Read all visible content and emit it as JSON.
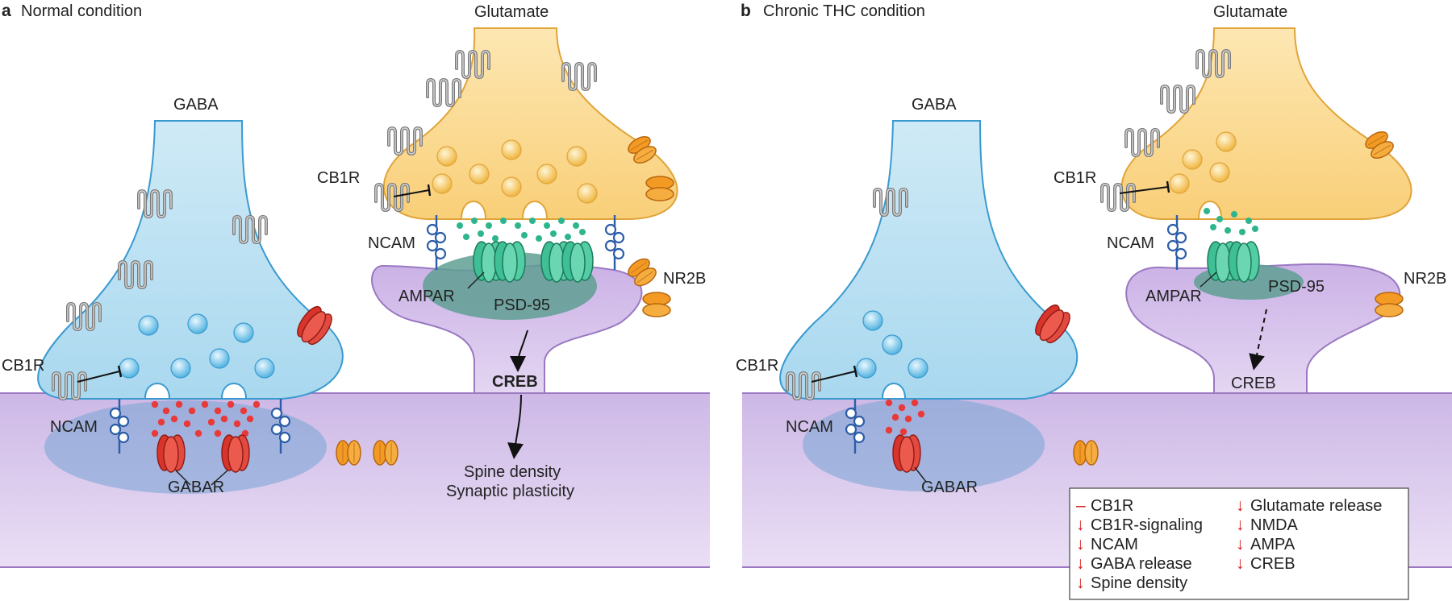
{
  "panel_a": {
    "letter": "a",
    "title": "Normal condition",
    "gaba": "GABA",
    "glutamate": "Glutamate",
    "cb1r_gaba": "CB1R",
    "cb1r_glu": "CB1R",
    "ncam_gaba": "NCAM",
    "ncam_glu": "NCAM",
    "gabar": "GABAR",
    "ampar": "AMPAR",
    "psd95": "PSD-95",
    "nr2b": "NR2B",
    "creb": "CREB",
    "outcome_1": "Spine density",
    "outcome_2": "Synaptic plasticity"
  },
  "panel_b": {
    "letter": "b",
    "title": "Chronic THC condition",
    "gaba": "GABA",
    "glutamate": "Glutamate",
    "cb1r_gaba": "CB1R",
    "cb1r_glu": "CB1R",
    "ncam_gaba": "NCAM",
    "ncam_glu": "NCAM",
    "gabar": "GABAR",
    "ampar": "AMPAR",
    "psd95": "PSD-95",
    "nr2b": "NR2B",
    "creb": "CREB"
  },
  "legend": {
    "left": [
      {
        "symbol": "–",
        "text": "CB1R"
      },
      {
        "symbol": "↓",
        "text": "CB1R-signaling"
      },
      {
        "symbol": "↓",
        "text": "NCAM"
      },
      {
        "symbol": "↓",
        "text": "GABA release"
      },
      {
        "symbol": "↓",
        "text": "Spine density"
      }
    ],
    "right": [
      {
        "symbol": "↓",
        "text": "Glutamate release"
      },
      {
        "symbol": "↓",
        "text": "NMDA"
      },
      {
        "symbol": "↓",
        "text": "AMPA"
      },
      {
        "symbol": "↓",
        "text": "CREB"
      }
    ]
  },
  "colors": {
    "gaba_neuron": "#c9e7f3",
    "gaba_outline": "#3a9ad0",
    "glutamate_neuron": "#fbd98f",
    "glutamate_outline": "#e0a43a",
    "postsynaptic": "#d9c8ea",
    "postsynaptic_outline": "#9a78c2",
    "gaba_vesicle": "#5bb8e2",
    "gaba_transmitter": "#e83a3a",
    "glutamate_transmitter": "#2fb58d",
    "ampar": "#3fbf96",
    "gabar": "#d9342b",
    "nr2b": "#f09a27",
    "psd95": "#5f9f93",
    "down_arrow": "#d11a1a"
  }
}
